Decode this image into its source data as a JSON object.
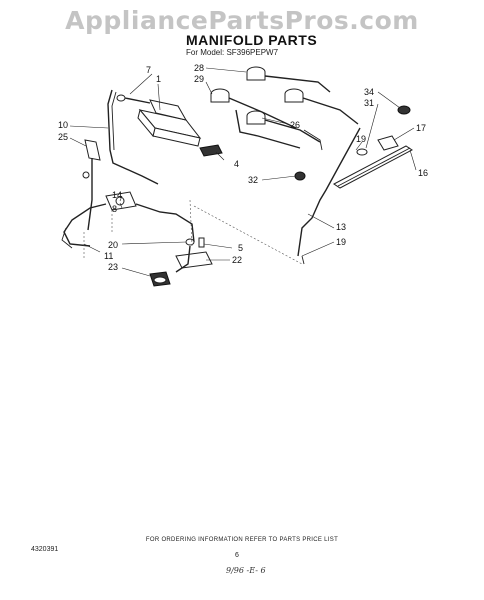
{
  "watermark": "AppliancePartsPros.com",
  "header": {
    "title": "MANIFOLD PARTS",
    "subtitle": "For Model: SF396PEPW7"
  },
  "callouts": [
    "7",
    "1",
    "10",
    "25",
    "4",
    "14",
    "8",
    "20",
    "5",
    "22",
    "11",
    "23",
    "28",
    "29",
    "26",
    "32",
    "34",
    "31",
    "17",
    "19",
    "16",
    "13",
    "19"
  ],
  "footer": {
    "note": "FOR ORDERING INFORMATION REFER TO PARTS PRICE LIST",
    "doc_number": "4320391",
    "page_number": "6",
    "handwritten_mark": "9/96 -E- 6"
  }
}
